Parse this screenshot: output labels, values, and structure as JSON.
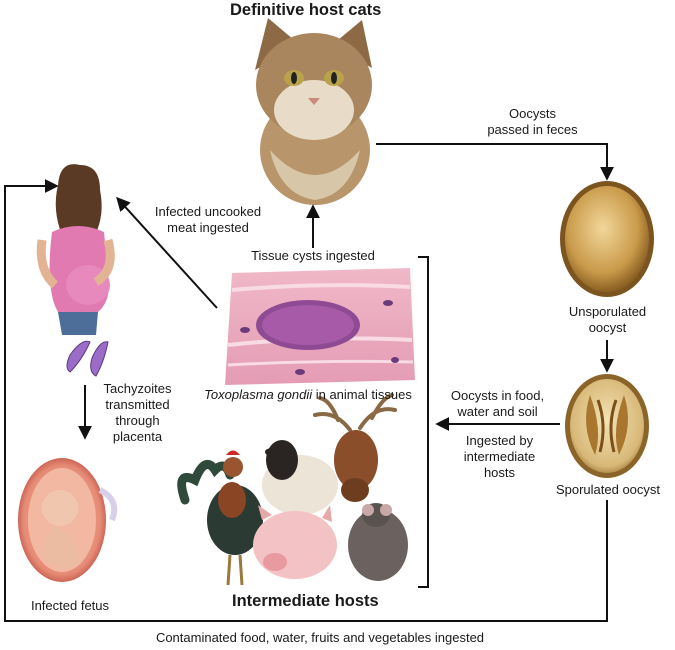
{
  "titles": {
    "definitive_host": "Definitive host cats",
    "intermediate_hosts": "Intermediate hosts"
  },
  "labels": {
    "oocysts_passed": [
      "Oocysts",
      "passed in feces"
    ],
    "unsporulated": [
      "Unsporulated",
      "oocyst"
    ],
    "oocysts_in_food": [
      "Oocysts in food,",
      "water and soil"
    ],
    "ingested_by": [
      "Ingested by",
      "intermediate",
      "hosts"
    ],
    "sporulated": "Sporulated oocyst",
    "infected_meat": [
      "Infected uncooked",
      "meat ingested"
    ],
    "tissue_cysts": "Tissue cysts ingested",
    "toxoplasma_italic": "Toxoplasma gondii",
    "toxoplasma_rest": " in animal tissues",
    "tachyzoites": [
      "Tachyzoites",
      "transmitted",
      "through",
      "placenta"
    ],
    "infected_fetus": "Infected fetus",
    "contaminated": "Contaminated food, water, fruits and vegetables ingested"
  },
  "illustrations": [
    "cat-illustration",
    "unsporulated-oocyst",
    "sporulated-oocyst",
    "pregnant-woman",
    "tachyzoites",
    "tissue-cyst-histology",
    "fetus-in-uterus",
    "rooster",
    "sheep",
    "deer",
    "pig",
    "rat"
  ]
}
